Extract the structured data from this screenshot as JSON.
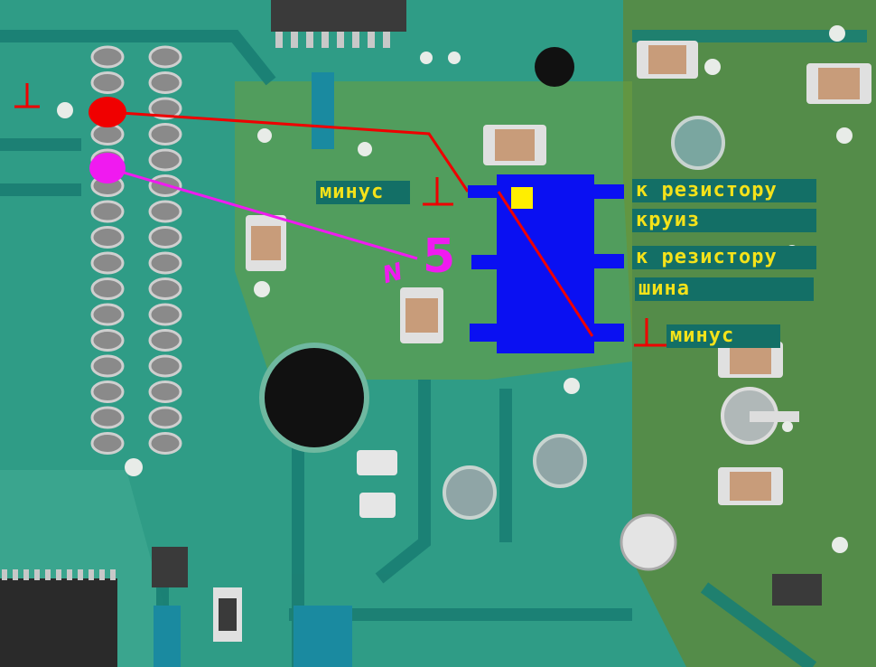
{
  "labels": {
    "minus_left": "минус",
    "to_resistor_1": "к резистору",
    "cruise": "круиз",
    "to_resistor_2": "к резистору",
    "bus": "шина",
    "minus_right": "минус"
  },
  "marks": {
    "pin_number": "5",
    "number_sign": "N"
  },
  "colors": {
    "board": "#2e9a84",
    "label_bg": "#136f66",
    "label_text": "#f4e21a",
    "chip": "#0a10f2",
    "pin1_marker": "#f00000",
    "pin5_marker": "#f01af0",
    "pin1_indicator": "#ffee00"
  }
}
